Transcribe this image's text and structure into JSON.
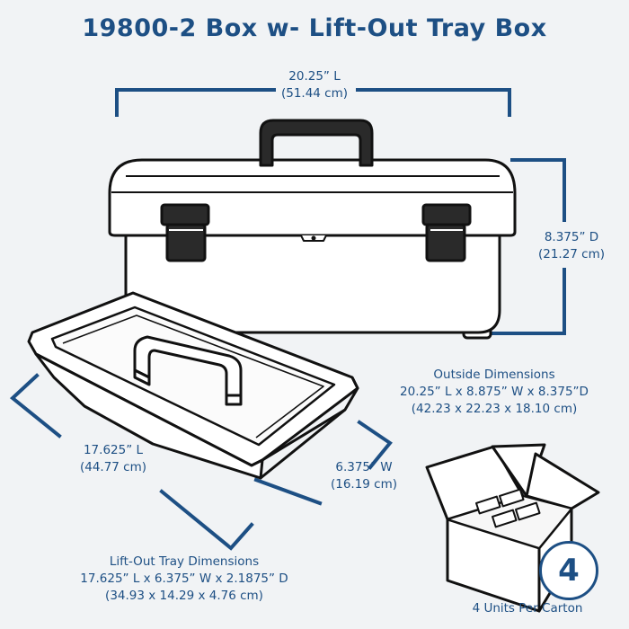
{
  "title": "19800-2 Box w- Lift-Out Tray Box",
  "box_length": {
    "inches": "20.25” L",
    "cm": "(51.44 cm)"
  },
  "box_depth": {
    "inches": "8.375” D",
    "cm": "(21.27 cm)"
  },
  "outside_dimensions": {
    "heading": "Outside Dimensions",
    "inches": "20.25” L x 8.875” W x 8.375”D",
    "cm": "(42.23 x 22.23 x 18.10 cm)"
  },
  "tray_length": {
    "inches": "17.625” L",
    "cm": "(44.77 cm)"
  },
  "tray_width": {
    "inches": "6.375” W",
    "cm": "(16.19 cm)"
  },
  "tray_dimensions": {
    "heading": "Lift-Out Tray Dimensions",
    "inches": "17.625” L x 6.375” W x 2.1875” D",
    "cm": "(34.93 x 14.29 x 4.76 cm)"
  },
  "carton": {
    "count": "4",
    "label": "4 Units Per Carton"
  },
  "colors": {
    "accent": "#1d4f84",
    "outline": "#111111",
    "fill": "#ffffff",
    "background": "#f1f3f5"
  },
  "icons": [
    "toolbox-illustration",
    "lift-out-tray-illustration",
    "shipping-carton-icon"
  ]
}
